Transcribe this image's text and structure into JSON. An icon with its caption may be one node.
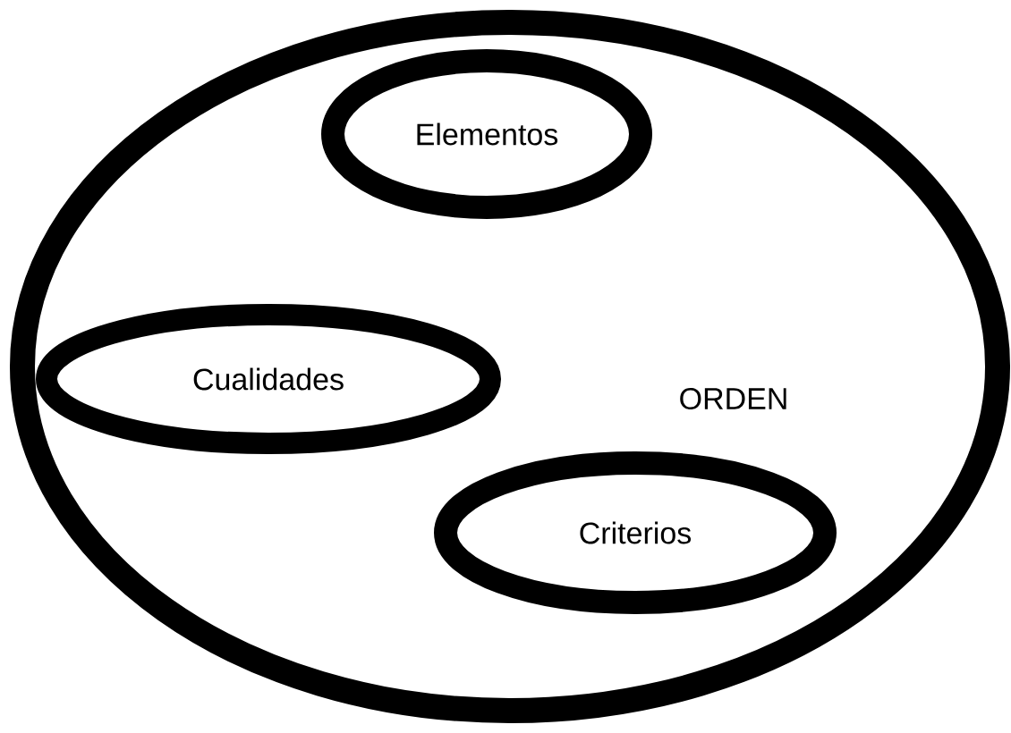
{
  "diagram": {
    "nodes": [
      {
        "text": [
          "ORDEN"
        ]
      },
      {
        "text": [
          "Elementos"
        ],
        "in": 0
      },
      {
        "text": [
          "Cualidades"
        ],
        "in": 0
      },
      {
        "text": [
          "Criterios"
        ],
        "in": 0
      }
    ]
  }
}
